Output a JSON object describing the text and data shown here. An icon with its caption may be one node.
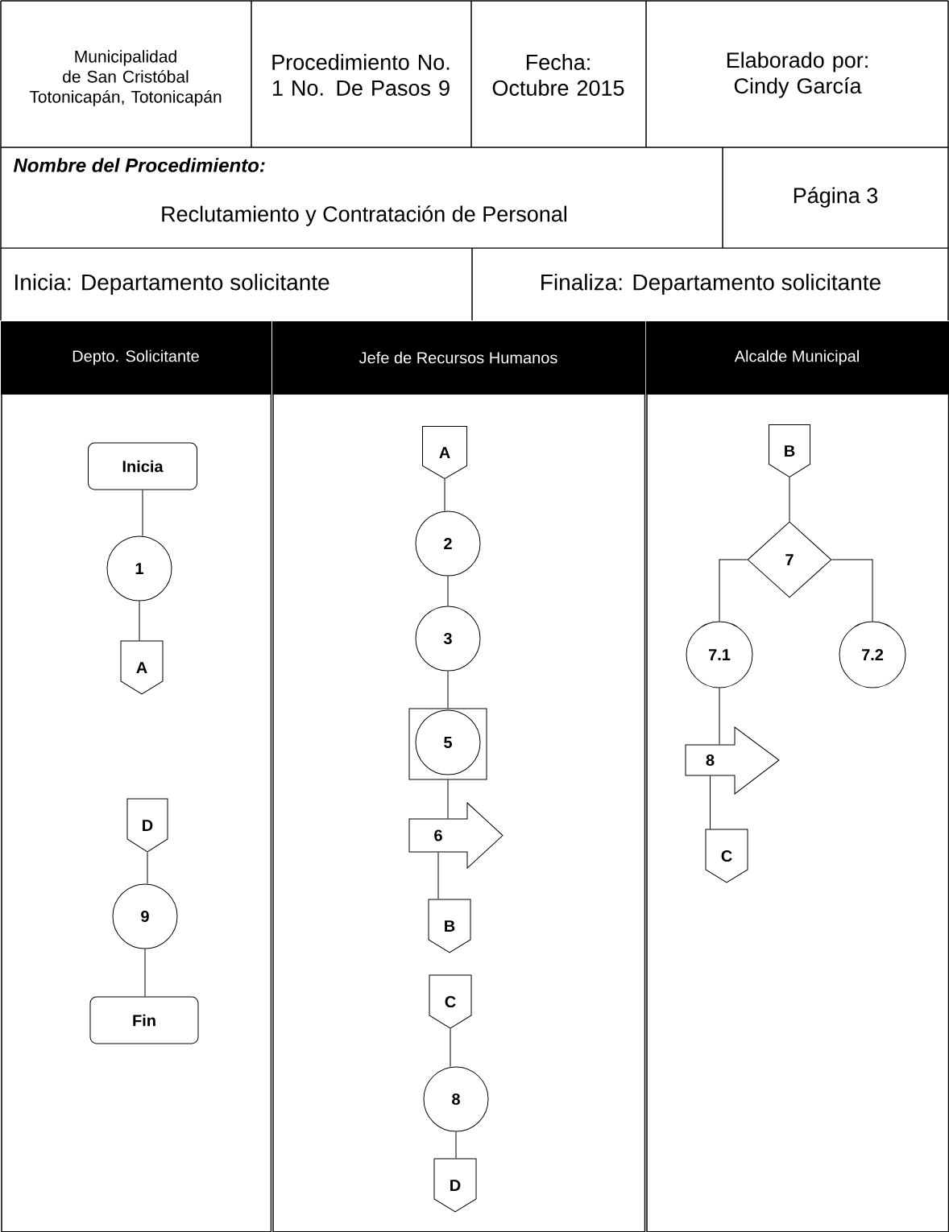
{
  "diagram": {
    "nodes": [
      {
        "text": [
          "Depto. Solicitante"
        ]
      },
      {
        "text": [
          "Jefe de Recursos Humanos"
        ]
      },
      {
        "text": [
          "Alcalde Municipal"
        ]
      },
      {
        "text": [
          "Inicia"
        ],
        "in": 0
      },
      {
        "text": [
          "1"
        ],
        "in": 0
      },
      {
        "text": [
          "A"
        ],
        "in": 0
      },
      {
        "text": [
          "D"
        ],
        "in": 0
      },
      {
        "text": [
          "9"
        ],
        "in": 0
      },
      {
        "text": [
          "Fin"
        ],
        "in": 0
      },
      {
        "text": [
          "A"
        ],
        "in": 1
      },
      {
        "text": [
          "2"
        ],
        "in": 1
      },
      {
        "text": [
          "3"
        ],
        "in": 1
      },
      {
        "text": [
          "5"
        ],
        "in": 1
      },
      {
        "text": [
          "6"
        ],
        "in": 1
      },
      {
        "text": [
          "B"
        ],
        "in": 1
      },
      {
        "text": [
          "C"
        ],
        "in": 1
      },
      {
        "text": [
          "8"
        ],
        "in": 1
      },
      {
        "text": [
          "D"
        ],
        "in": 1
      },
      {
        "text": [
          "B"
        ],
        "in": 2
      },
      {
        "text": [
          "7"
        ],
        "in": 2
      },
      {
        "text": [
          "7.1"
        ],
        "in": 2
      },
      {
        "text": [
          "7.2"
        ],
        "in": 2
      },
      {
        "text": [
          "8"
        ],
        "in": 2
      },
      {
        "text": [
          "C"
        ],
        "in": 2
      }
    ],
    "edges": [
      {
        "from": 3,
        "to": 4,
        "arrow": "none"
      },
      {
        "from": 4,
        "to": 5,
        "arrow": "none"
      },
      {
        "from": 6,
        "to": 7,
        "arrow": "none"
      },
      {
        "from": 7,
        "to": 8,
        "arrow": "none"
      },
      {
        "from": 9,
        "to": 10,
        "arrow": "none"
      },
      {
        "from": 10,
        "to": 11,
        "arrow": "none"
      },
      {
        "from": 11,
        "to": 12,
        "arrow": "none"
      },
      {
        "from": 12,
        "to": 13,
        "arrow": "none"
      },
      {
        "from": 13,
        "to": 14,
        "arrow": "none"
      },
      {
        "from": 15,
        "to": 16,
        "arrow": "none"
      },
      {
        "from": 16,
        "to": 17,
        "arrow": "none"
      },
      {
        "from": 18,
        "to": 19,
        "arrow": "none"
      },
      {
        "from": 19,
        "to": 20,
        "arrow": "none"
      },
      {
        "from": 19,
        "to": 21,
        "arrow": "none"
      },
      {
        "from": 20,
        "to": 22,
        "arrow": "none"
      },
      {
        "from": 22,
        "to": 23,
        "arrow": "none"
      }
    ],
    "labels": [
      "Municipalidad de San Cristóbal Totonicapán, Totonicapán",
      "Procedimiento No. 1 No. De Pasos 9",
      "Fecha: Octubre 2015",
      "Elaborado por: Cindy García",
      "Nombre del Procedimiento:",
      "Reclutamiento y Contratación de Personal",
      "Página 3",
      "Inicia: Departamento solicitante",
      "Finaliza: Departamento solicitante"
    ]
  }
}
